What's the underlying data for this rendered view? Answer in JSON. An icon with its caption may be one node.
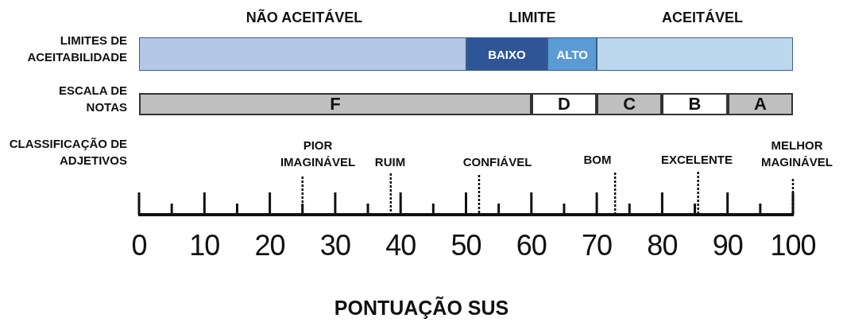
{
  "diagram": {
    "caption": "PONTUAÇÃO SUS",
    "nodes": [
      {
        "text": [],
        "shape": "bar"
      },
      {
        "text": [
          "BAIXO"
        ]
      },
      {
        "text": [
          "ALTO"
        ]
      },
      {
        "text": [],
        "shape": "bar"
      },
      {
        "text": [
          "F"
        ]
      },
      {
        "text": [
          "D"
        ]
      },
      {
        "text": [
          "C"
        ]
      },
      {
        "text": [
          "B"
        ]
      },
      {
        "text": [
          "A"
        ]
      }
    ],
    "labels": [
      "NÃO ACEITÁVEL",
      "LIMITE",
      "ACEITÁVEL",
      "LIMITES DE ACEITABILIDADE",
      "ESCALA DE NOTAS",
      "CLASSIFICAÇÃO DE ADJETIVOS",
      "PIOR IMAGINÁVEL",
      "MELHOR MAGINÁVEL",
      "RUIM",
      "CONFIÁVEL",
      "BOM",
      "EXCELENTE",
      "0",
      "10",
      "20",
      "30",
      "40",
      "50",
      "60",
      "70",
      "80",
      "90",
      "100"
    ]
  }
}
